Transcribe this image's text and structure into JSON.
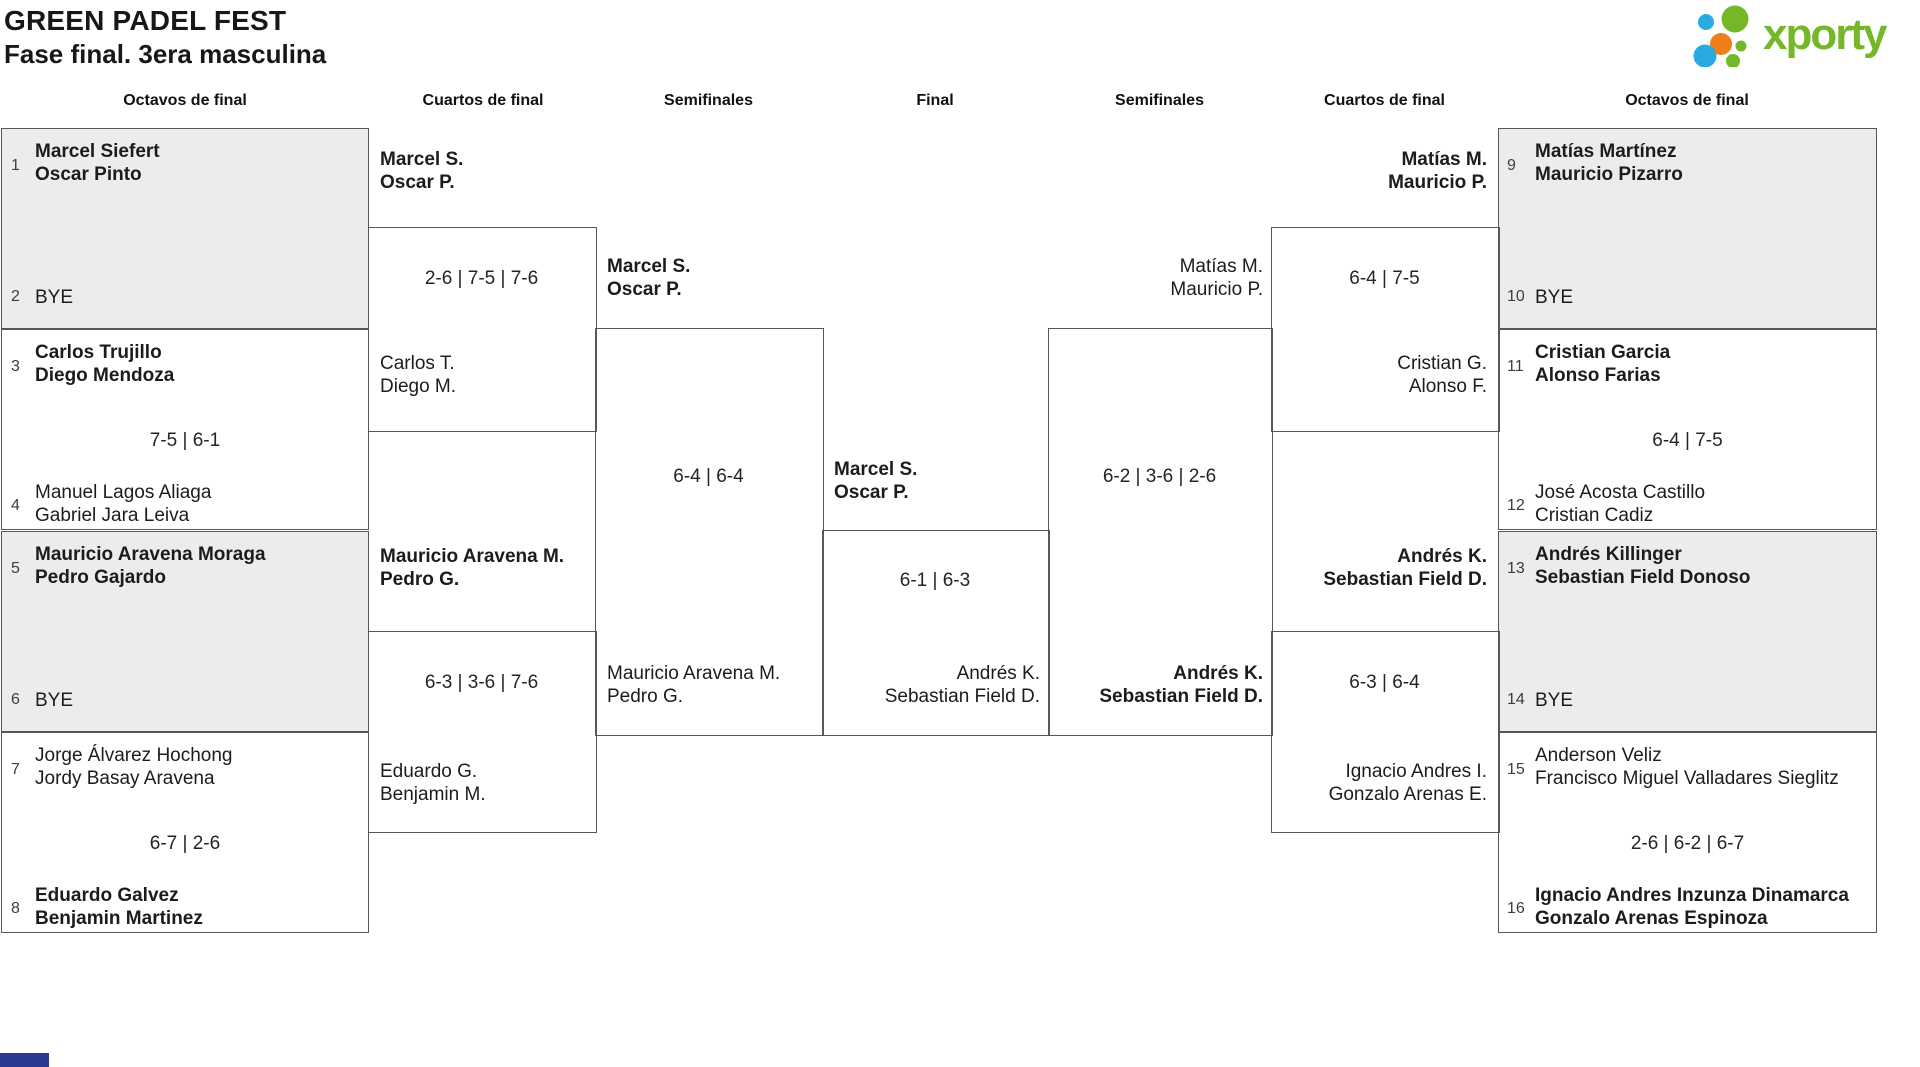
{
  "header": {
    "title": "GREEN PADEL FEST",
    "subtitle": "Fase final. 3era masculina"
  },
  "logo": {
    "text": "xporty"
  },
  "round_headers": [
    "Octavos de final",
    "Cuartos de final",
    "Semifinales",
    "Final",
    "Semifinales",
    "Cuartos de final",
    "Octavos de final"
  ],
  "octavos_left": [
    {
      "seed_a": "1",
      "team_a": [
        "Marcel Siefert",
        "Oscar Pinto"
      ],
      "seed_b": "2",
      "bye": "BYE"
    },
    {
      "seed_a": "3",
      "team_a": [
        "Carlos Trujillo",
        "Diego Mendoza"
      ],
      "score": "7-5 | 6-1",
      "seed_b": "4",
      "team_b": [
        "Manuel Lagos Aliaga",
        "Gabriel Jara Leiva"
      ]
    },
    {
      "seed_a": "5",
      "team_a": [
        "Mauricio Aravena Moraga",
        "Pedro Gajardo"
      ],
      "seed_b": "6",
      "bye": "BYE"
    },
    {
      "seed_a": "7",
      "team_a": [
        "Jorge Álvarez Hochong",
        "Jordy Basay Aravena"
      ],
      "score": "6-7 | 2-6",
      "seed_b": "8",
      "team_b": [
        "Eduardo Galvez",
        "Benjamin Martinez"
      ]
    }
  ],
  "octavos_right": [
    {
      "seed_a": "9",
      "team_a": [
        "Matías Martínez",
        "Mauricio Pizarro"
      ],
      "seed_b": "10",
      "bye": "BYE"
    },
    {
      "seed_a": "11",
      "team_a": [
        "Cristian Garcia",
        "Alonso Farias"
      ],
      "score": "6-4 | 7-5",
      "seed_b": "12",
      "team_b": [
        "José Acosta Castillo",
        "Cristian Cadiz"
      ]
    },
    {
      "seed_a": "13",
      "team_a": [
        "Andrés Killinger",
        "Sebastian Field Donoso"
      ],
      "seed_b": "14",
      "bye": "BYE"
    },
    {
      "seed_a": "15",
      "team_a": [
        "Anderson Veliz",
        "Francisco Miguel Valladares Sieglitz"
      ],
      "score": "2-6 | 6-2 | 6-7",
      "seed_b": "16",
      "team_b": [
        "Ignacio Andres Inzunza Dinamarca",
        "Gonzalo Arenas Espinoza"
      ]
    }
  ],
  "cuartos_left": [
    {
      "top": [
        "Marcel S.",
        "Oscar P."
      ],
      "score": "2-6 | 7-5 | 7-6",
      "bottom": [
        "Carlos T.",
        "Diego M."
      ]
    },
    {
      "top": [
        "Mauricio Aravena M.",
        "Pedro G."
      ],
      "score": "6-3 | 3-6 | 7-6",
      "bottom": [
        "Eduardo G.",
        "Benjamin M."
      ]
    }
  ],
  "semifinal_left": {
    "top": [
      "Marcel S.",
      "Oscar P."
    ],
    "score": "6-4 | 6-4",
    "bottom": [
      "Mauricio Aravena M.",
      "Pedro G."
    ]
  },
  "final": {
    "top": [
      "Marcel S.",
      "Oscar P."
    ],
    "score": "6-1 | 6-3",
    "bottom": [
      "Andrés K.",
      "Sebastian Field D."
    ]
  },
  "semifinal_right": {
    "top": [
      "Matías M.",
      "Mauricio P."
    ],
    "score": "6-2 | 3-6 | 2-6",
    "bottom": [
      "Andrés K.",
      "Sebastian Field D."
    ]
  },
  "cuartos_right": [
    {
      "top": [
        "Matías M.",
        "Mauricio P."
      ],
      "score": "6-4 | 7-5",
      "bottom": [
        "Cristian G.",
        "Alonso F."
      ]
    },
    {
      "top": [
        "Andrés K.",
        "Sebastian Field D."
      ],
      "score": "6-3 | 6-4",
      "bottom": [
        "Ignacio Andres I.",
        "Gonzalo Arenas E."
      ]
    }
  ],
  "colors": {
    "accent_green": "#74b829",
    "accent_blue": "#29abe2",
    "accent_orange": "#ef7d1a",
    "footer_blue": "#2b3990",
    "bye_gray": "#ececec",
    "border_gray": "#575757"
  }
}
